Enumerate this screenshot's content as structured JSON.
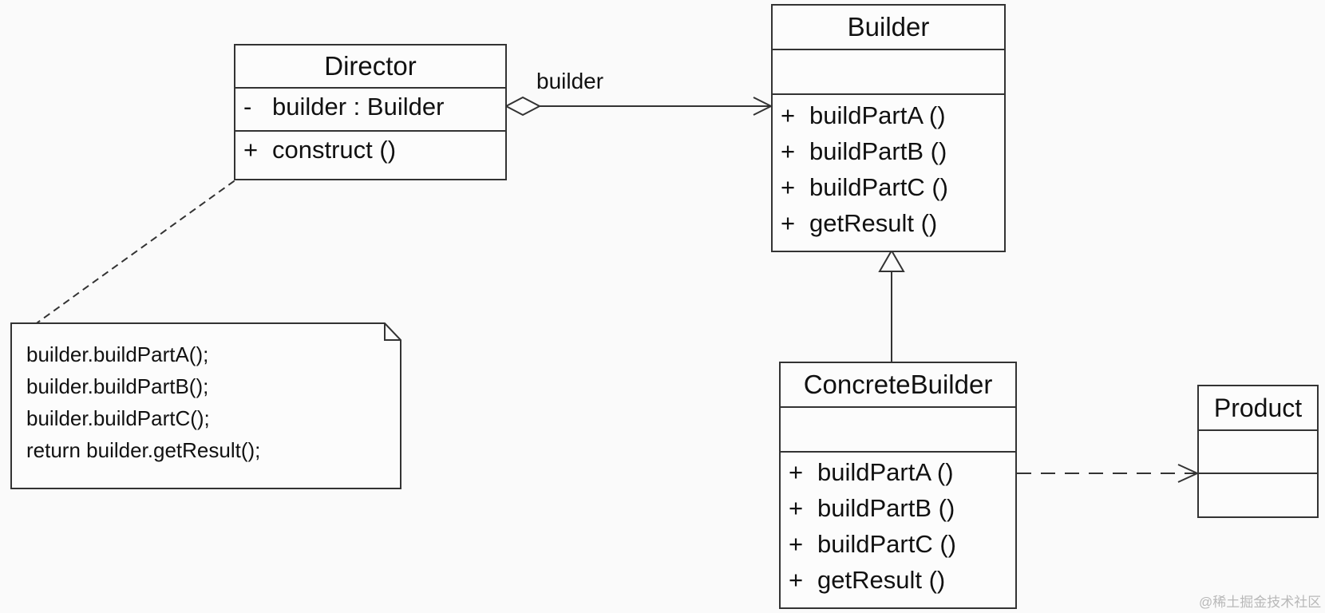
{
  "classes": {
    "director": {
      "name": "Director",
      "attributes": [
        {
          "vis": "-",
          "text": "builder  : Builder"
        }
      ],
      "operations": [
        {
          "vis": "+",
          "text": "construct ()"
        }
      ]
    },
    "builder": {
      "name": "Builder",
      "attributes": [],
      "operations": [
        {
          "vis": "+",
          "text": "buildPartA ()"
        },
        {
          "vis": "+",
          "text": "buildPartB ()"
        },
        {
          "vis": "+",
          "text": "buildPartC ()"
        },
        {
          "vis": "+",
          "text": "getResult ()"
        }
      ]
    },
    "concrete_builder": {
      "name": "ConcreteBuilder",
      "attributes": [],
      "operations": [
        {
          "vis": "+",
          "text": "buildPartA ()"
        },
        {
          "vis": "+",
          "text": "buildPartB ()"
        },
        {
          "vis": "+",
          "text": "buildPartC ()"
        },
        {
          "vis": "+",
          "text": "getResult ()"
        }
      ]
    },
    "product": {
      "name": "Product",
      "attributes": [],
      "operations": []
    }
  },
  "association_label": "builder",
  "note": {
    "lines": [
      "builder.buildPartA();",
      "builder.buildPartB();",
      "builder.buildPartC();",
      "return builder.getResult();"
    ]
  },
  "watermark": "@稀土掘金技术社区"
}
